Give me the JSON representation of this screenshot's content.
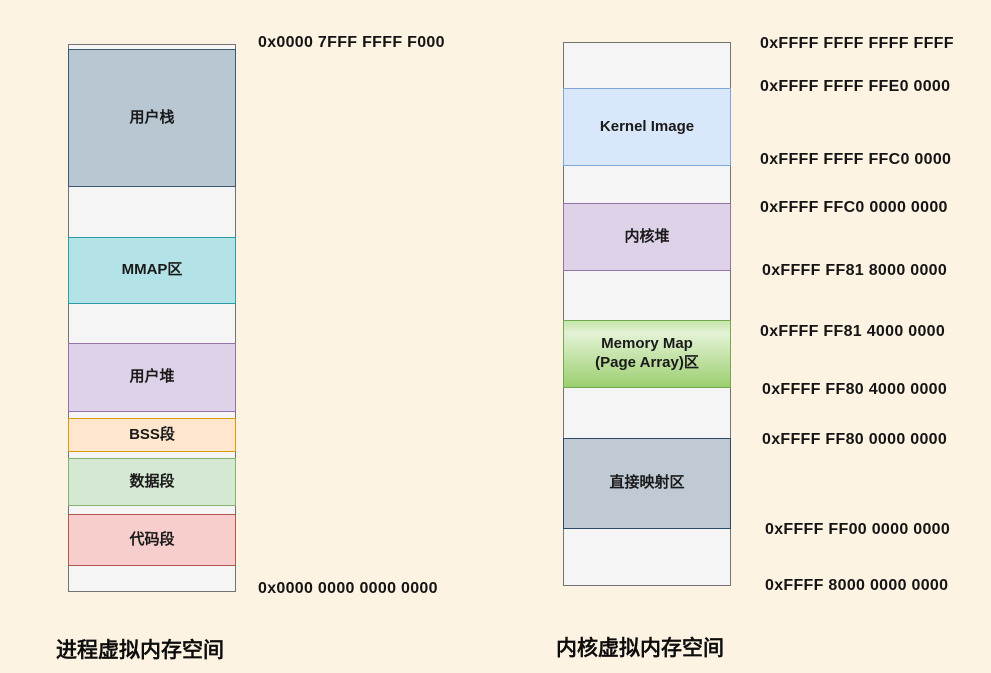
{
  "colors": {
    "page_background": "#fdf3e3",
    "empty_fill": "#f5f5f5",
    "frame_border": "#737373",
    "user_stack": {
      "fill": "#b9c7d2",
      "stroke": "#3e5a73"
    },
    "mmap": {
      "fill": "#b3e3e6",
      "stroke": "#2e9ca6"
    },
    "user_heap": {
      "fill": "#ded2e8",
      "stroke": "#9673a6"
    },
    "bss": {
      "fill": "#ffe6cc",
      "stroke": "#d79b00"
    },
    "data_segment": {
      "fill": "#d5e8d4",
      "stroke": "#82b366"
    },
    "code_segment": {
      "fill": "#f8cecc",
      "stroke": "#b85450"
    },
    "kernel_image": {
      "fill": "#d9e7fb",
      "stroke": "#7da7d8"
    },
    "kernel_heap": {
      "fill": "#ded2e8",
      "stroke": "#9673a6"
    },
    "memory_map": {
      "fill_top": "#e3f2d5",
      "fill_bottom": "#9ccf70",
      "stroke": "#74a850"
    },
    "direct_map": {
      "fill": "#bfcad5",
      "stroke": "#2c4a68"
    }
  },
  "process_space": {
    "caption": "进程虚拟内存空间",
    "top_address": "0x0000 7FFF FFFF F000",
    "bottom_address": "0x0000 0000 0000 0000",
    "segments": [
      {
        "label": "用户栈"
      },
      {
        "label": "MMAP区"
      },
      {
        "label": "用户堆"
      },
      {
        "label": "BSS段"
      },
      {
        "label": "数据段"
      },
      {
        "label": "代码段"
      }
    ]
  },
  "kernel_space": {
    "caption": "内核虚拟内存空间",
    "segments": [
      {
        "label": "Kernel Image"
      },
      {
        "label": "内核堆"
      },
      {
        "label": "Memory Map",
        "label_line2": "(Page Array)区"
      },
      {
        "label": "直接映射区"
      }
    ],
    "addresses": [
      "0xFFFF FFFF FFFF FFFF",
      "0xFFFF FFFF FFE0 0000",
      "0xFFFF FFFF FFC0 0000",
      "0xFFFF FFC0 0000 0000",
      "0xFFFF FF81 8000 0000",
      "0xFFFF FF81 4000 0000",
      "0xFFFF FF80 4000 0000",
      "0xFFFF FF80 0000 0000",
      "0xFFFF FF00 0000 0000",
      "0xFFFF 8000 0000 0000"
    ]
  }
}
